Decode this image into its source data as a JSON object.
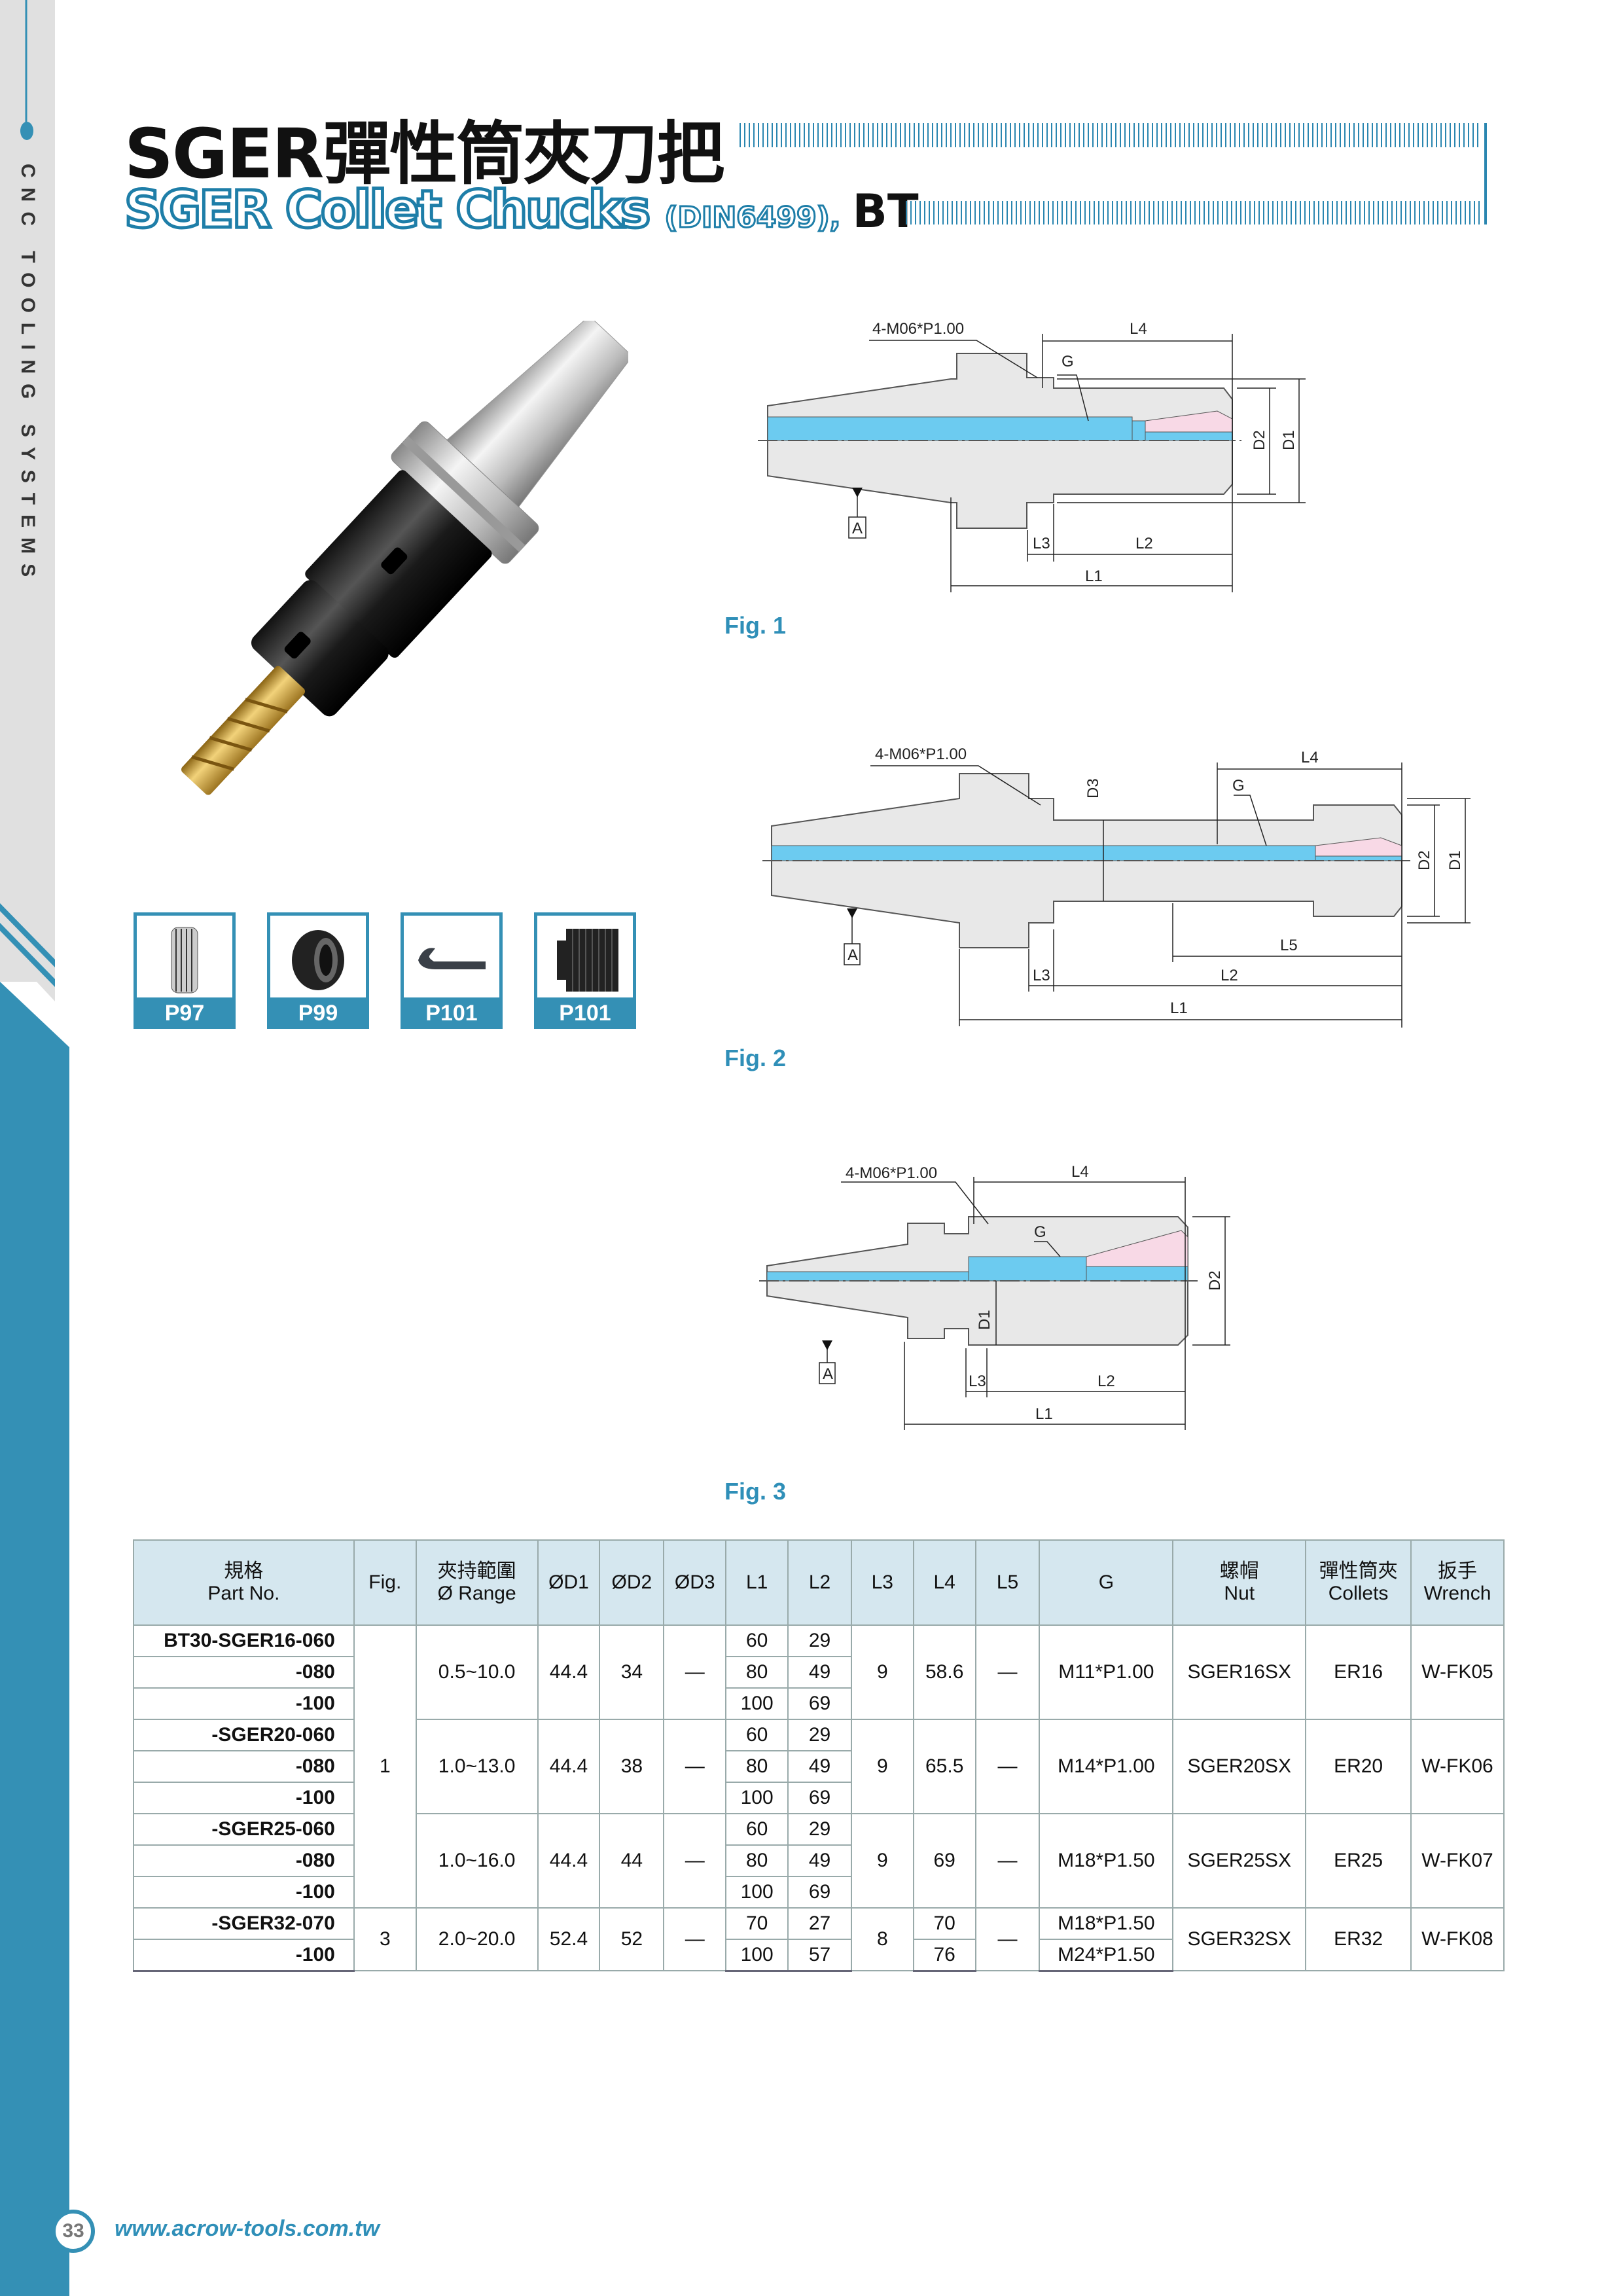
{
  "sidebar": {
    "text": "CNC TOOLING SYSTEMS"
  },
  "header": {
    "title": "SGER彈性筒夾刀把",
    "subtitle_main": "SGER Collet Chucks ",
    "subtitle_din": "(DIN6499),",
    "subtitle_bt": "BT"
  },
  "accessories": [
    {
      "label": "P97",
      "icon": "collet-icon"
    },
    {
      "label": "P99",
      "icon": "nut-icon"
    },
    {
      "label": "P101",
      "icon": "wrench-icon"
    },
    {
      "label": "P101",
      "icon": "stop-screw-icon"
    }
  ],
  "figures": {
    "fig1": {
      "caption": "Fig. 1",
      "thread": "4-M06*P1.00",
      "datum": "A",
      "L1": "L1",
      "L2": "L2",
      "L3": "L3",
      "L4": "L4",
      "G": "G",
      "D1": "D1",
      "D2": "D2"
    },
    "fig2": {
      "caption": "Fig. 2",
      "thread": "4-M06*P1.00",
      "datum": "A",
      "L1": "L1",
      "L2": "L2",
      "L3": "L3",
      "L4": "L4",
      "L5": "L5",
      "G": "G",
      "D1": "D1",
      "D2": "D2",
      "D3": "D3"
    },
    "fig3": {
      "caption": "Fig. 3",
      "thread": "4-M06*P1.00",
      "datum": "A",
      "L1": "L1",
      "L2": "L2",
      "L3": "L3",
      "L4": "L4",
      "G": "G",
      "D1": "D1",
      "D2": "D2"
    }
  },
  "table": {
    "headers": [
      {
        "zh": "規格",
        "en": "Part No."
      },
      {
        "zh": "",
        "en": "Fig."
      },
      {
        "zh": "夾持範圍",
        "en": "Ø Range"
      },
      {
        "zh": "",
        "en": "ØD1"
      },
      {
        "zh": "",
        "en": "ØD2"
      },
      {
        "zh": "",
        "en": "ØD3"
      },
      {
        "zh": "",
        "en": "L1"
      },
      {
        "zh": "",
        "en": "L2"
      },
      {
        "zh": "",
        "en": "L3"
      },
      {
        "zh": "",
        "en": "L4"
      },
      {
        "zh": "",
        "en": "L5"
      },
      {
        "zh": "",
        "en": "G"
      },
      {
        "zh": "螺帽",
        "en": "Nut"
      },
      {
        "zh": "彈性筒夾",
        "en": "Collets"
      },
      {
        "zh": "扳手",
        "en": "Wrench"
      }
    ],
    "groups": [
      {
        "parts": [
          "BT30-SGER16-060",
          "-080",
          "-100"
        ],
        "fig": "1",
        "range": "0.5~10.0",
        "d1": "44.4",
        "d2": "34",
        "d3": "—",
        "l1": [
          "60",
          "80",
          "100"
        ],
        "l2": [
          "29",
          "49",
          "69"
        ],
        "l3": "9",
        "l4": [
          "58.6"
        ],
        "l5": "—",
        "g": [
          "M11*P1.00"
        ],
        "nut": "SGER16SX",
        "collet": "ER16",
        "wrench": "W-FK05"
      },
      {
        "parts": [
          "-SGER20-060",
          "-080",
          "-100"
        ],
        "fig": "1",
        "range": "1.0~13.0",
        "d1": "44.4",
        "d2": "38",
        "d3": "—",
        "l1": [
          "60",
          "80",
          "100"
        ],
        "l2": [
          "29",
          "49",
          "69"
        ],
        "l3": "9",
        "l4": [
          "65.5"
        ],
        "l5": "—",
        "g": [
          "M14*P1.00"
        ],
        "nut": "SGER20SX",
        "collet": "ER20",
        "wrench": "W-FK06"
      },
      {
        "parts": [
          "-SGER25-060",
          "-080",
          "-100"
        ],
        "fig": "1",
        "range": "1.0~16.0",
        "d1": "44.4",
        "d2": "44",
        "d3": "—",
        "l1": [
          "60",
          "80",
          "100"
        ],
        "l2": [
          "29",
          "49",
          "69"
        ],
        "l3": "9",
        "l4": [
          "69"
        ],
        "l5": "—",
        "g": [
          "M18*P1.50"
        ],
        "nut": "SGER25SX",
        "collet": "ER25",
        "wrench": "W-FK07"
      },
      {
        "parts": [
          "-SGER32-070",
          "-100"
        ],
        "fig": "3",
        "range": "2.0~20.0",
        "d1": "52.4",
        "d2": "52",
        "d3": "—",
        "l1": [
          "70",
          "100"
        ],
        "l2": [
          "27",
          "57"
        ],
        "l3": "8",
        "l4": [
          "70",
          "76"
        ],
        "l5": "—",
        "g": [
          "M18*P1.50",
          "M24*P1.50"
        ],
        "nut": "SGER32SX",
        "collet": "ER32",
        "wrench": "W-FK08"
      }
    ]
  },
  "footer": {
    "page": "33",
    "url": "www.acrow-tools.com.tw"
  },
  "colors": {
    "accent": "#3490b5",
    "header_bg": "#d5e7ef",
    "bore": "#6ccbf0",
    "collet": "#f8d9e6"
  }
}
